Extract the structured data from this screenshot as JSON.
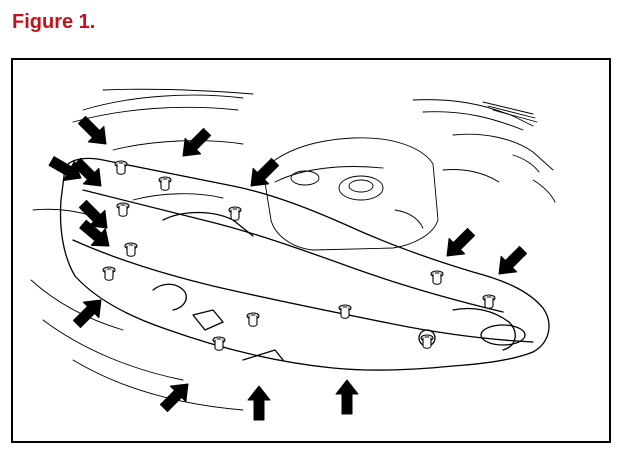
{
  "figure": {
    "title": "Figure 1.",
    "title_color": "#c0141c",
    "line_color": "#000000",
    "background": "#ffffff"
  },
  "illustration": {
    "subject": "engine-bay-radiator-support-cover",
    "fastener": "clip-icon",
    "pointer": "arrow-icon",
    "arrow_count": 13,
    "clip_count": 12
  }
}
